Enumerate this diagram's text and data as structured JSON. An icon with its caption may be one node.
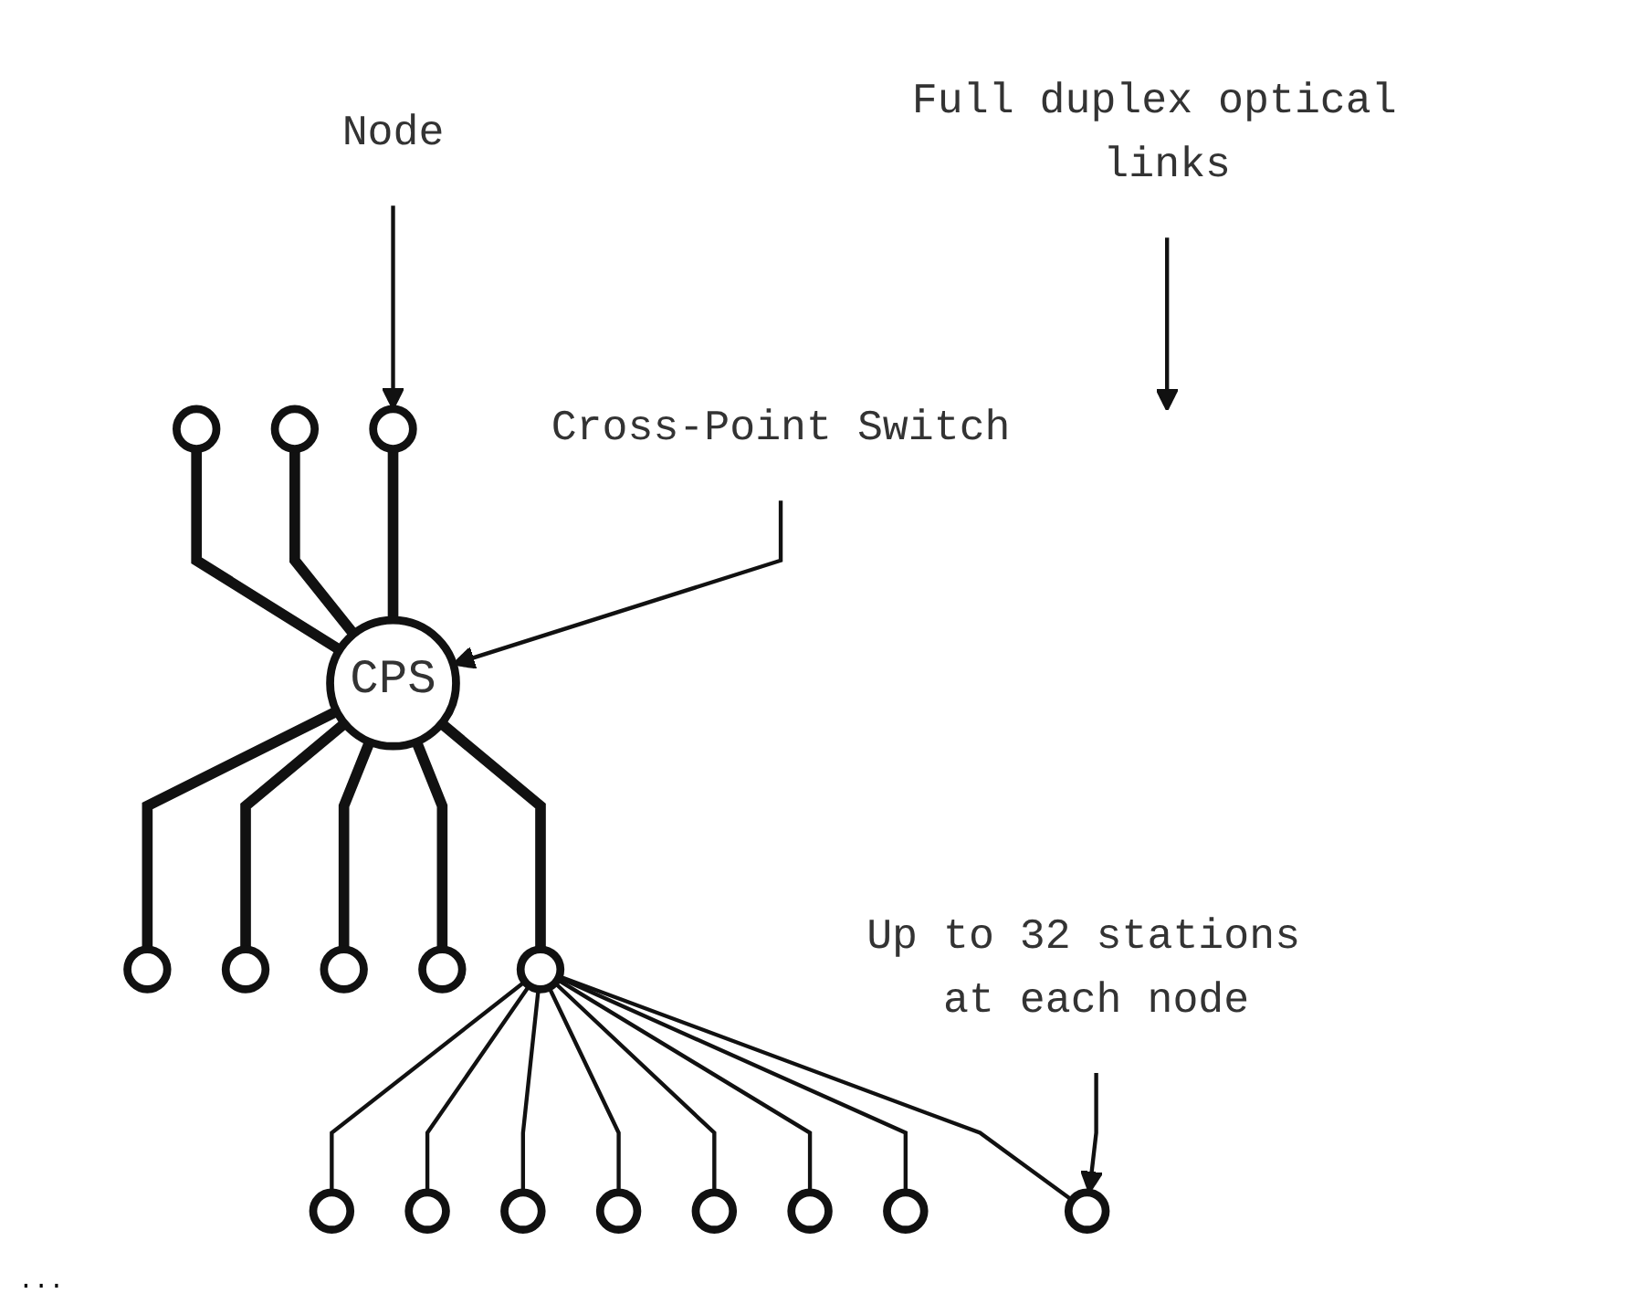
{
  "diagram": {
    "nodes": [
      {
        "text": [
          "CPS"
        ]
      },
      {
        "text": [],
        "shape": "circle"
      },
      {
        "text": [],
        "shape": "circle"
      },
      {
        "text": [],
        "shape": "circle"
      },
      {
        "text": [],
        "shape": "circle"
      },
      {
        "text": [],
        "shape": "circle"
      },
      {
        "text": [],
        "shape": "circle"
      },
      {
        "text": [],
        "shape": "circle"
      },
      {
        "text": [],
        "shape": "circle"
      },
      {
        "text": [],
        "shape": "circle"
      },
      {
        "text": [],
        "shape": "circle"
      },
      {
        "text": [],
        "shape": "circle"
      },
      {
        "text": [],
        "shape": "circle"
      },
      {
        "text": [],
        "shape": "circle"
      },
      {
        "text": [],
        "shape": "circle"
      },
      {
        "text": [],
        "shape": "circle"
      },
      {
        "text": [],
        "shape": "circle"
      },
      {
        "text": [
          "Node"
        ]
      },
      {
        "text": [
          "Full duplex optical links"
        ]
      },
      {
        "text": [
          "Cross-Point Switch"
        ]
      },
      {
        "text": [
          "Up to 32 stations at each node"
        ]
      }
    ],
    "edges": [
      {
        "from": 1,
        "to": 0,
        "arrow": "none",
        "style": "thick"
      },
      {
        "from": 2,
        "to": 0,
        "arrow": "none",
        "style": "thick"
      },
      {
        "from": 3,
        "to": 0,
        "arrow": "none",
        "style": "thick"
      },
      {
        "from": 0,
        "to": 4,
        "arrow": "none",
        "style": "thick"
      },
      {
        "from": 0,
        "to": 5,
        "arrow": "none",
        "style": "thick"
      },
      {
        "from": 0,
        "to": 6,
        "arrow": "none",
        "style": "thick"
      },
      {
        "from": 0,
        "to": 7,
        "arrow": "none",
        "style": "thick"
      },
      {
        "from": 0,
        "to": 8,
        "arrow": "none",
        "style": "thick"
      },
      {
        "from": 8,
        "to": 9,
        "arrow": "none"
      },
      {
        "from": 8,
        "to": 10,
        "arrow": "none"
      },
      {
        "from": 8,
        "to": 11,
        "arrow": "none"
      },
      {
        "from": 8,
        "to": 12,
        "arrow": "none"
      },
      {
        "from": 8,
        "to": 13,
        "arrow": "none"
      },
      {
        "from": 8,
        "to": 14,
        "arrow": "none"
      },
      {
        "from": 8,
        "to": 15,
        "arrow": "none"
      },
      {
        "from": 8,
        "to": 16,
        "arrow": "none"
      },
      {
        "from": 17,
        "to": 3,
        "arrow": "to"
      },
      {
        "from": 18,
        "to": null,
        "arrow": "to"
      },
      {
        "from": 19,
        "to": 0,
        "arrow": "to"
      },
      {
        "from": 20,
        "to": 16,
        "arrow": "to"
      }
    ],
    "labels": [
      "..."
    ]
  }
}
